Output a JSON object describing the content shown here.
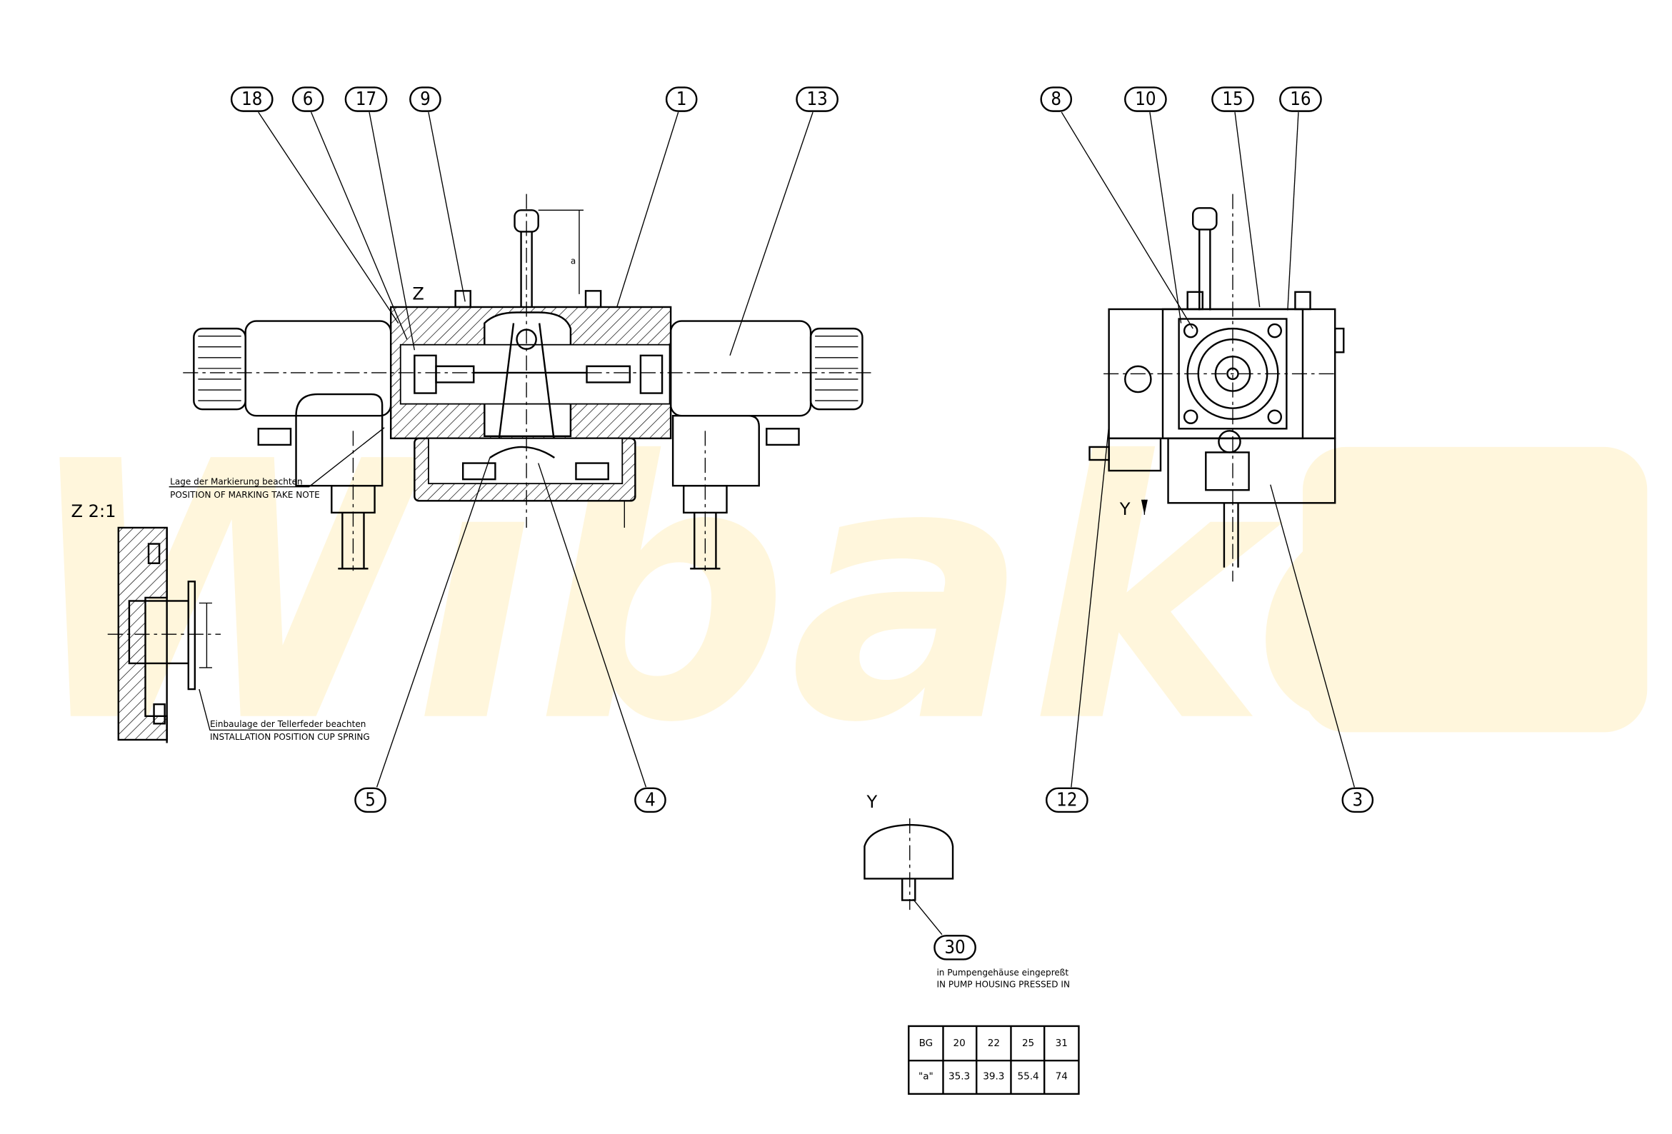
{
  "watermark": "Wibako",
  "balloons": [
    {
      "id": "18"
    },
    {
      "id": "6"
    },
    {
      "id": "17"
    },
    {
      "id": "9"
    },
    {
      "id": "1"
    },
    {
      "id": "13"
    },
    {
      "id": "8"
    },
    {
      "id": "10"
    },
    {
      "id": "15"
    },
    {
      "id": "16"
    },
    {
      "id": "5"
    },
    {
      "id": "4"
    },
    {
      "id": "12"
    },
    {
      "id": "3"
    },
    {
      "id": "30"
    }
  ],
  "labels": {
    "view_z": "Z",
    "detail_z": "Z 2:1",
    "view_y_arrow": "Y",
    "view_y": "Y",
    "dim_a": "a"
  },
  "notes": {
    "marking_de": "Lage der Markierung beachten",
    "marking_en": "POSITION OF MARKING TAKE NOTE",
    "cup_spring_de": "Einbaulage der Tellerfeder beachten",
    "cup_spring_en": "INSTALLATION POSITION CUP SPRING",
    "pressed_de": "in Pumpengehäuse eingepreßt",
    "pressed_en": "IN PUMP HOUSING PRESSED IN"
  },
  "table": {
    "rows": [
      [
        "BG",
        "20",
        "22",
        "25",
        "31"
      ],
      [
        "\"a\"",
        "35.3",
        "39.3",
        "55.4",
        "74"
      ]
    ]
  }
}
